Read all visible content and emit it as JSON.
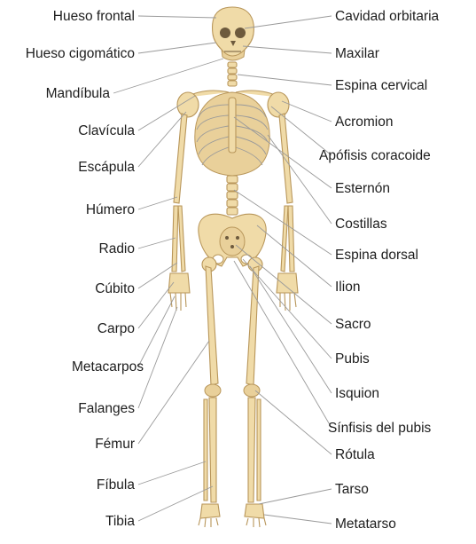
{
  "diagram": {
    "left_labels": [
      "Hueso frontal",
      "Hueso cigomático",
      "Mandíbula",
      "Clavícula",
      "Escápula",
      "Húmero",
      "Radio",
      "Cúbito",
      "Carpo",
      "Metacarpos",
      "Falanges",
      "Fémur",
      "Fíbula",
      "Tibia"
    ],
    "right_labels": [
      "Cavidad orbitaria",
      "Maxilar",
      "Espina cervical",
      "Acromion",
      "Apófisis coracoide",
      "Esternón",
      "Costillas",
      "Espina dorsal",
      "Ilion",
      "Sacro",
      "Pubis",
      "Isquion",
      "Sínfisis del pubis",
      "Rótula",
      "Tarso",
      "Metatarso"
    ]
  }
}
